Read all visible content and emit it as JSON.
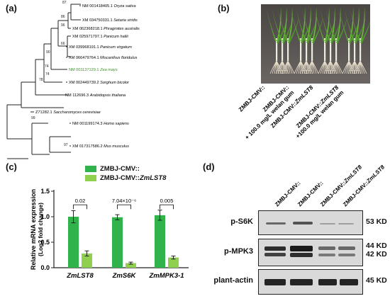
{
  "panels": {
    "a": "(a)",
    "b": "(b)",
    "c": "(c)",
    "d": "(d)"
  },
  "tree": {
    "taxa": [
      {
        "acc": "NM 001418405.1",
        "species": "Oryza sativa",
        "highlight": false
      },
      {
        "acc": "XM 034750331.1",
        "species": "Setaria viridis",
        "highlight": false
      },
      {
        "acc": "XM 062368218.1",
        "species": "Phragmites australis",
        "highlight": false
      },
      {
        "acc": "XM 025971797.1",
        "species": "Panicum hallii",
        "highlight": false
      },
      {
        "acc": "XM 039968191.1",
        "species": "Panicum virgatum",
        "highlight": false
      },
      {
        "acc": "XM 066479764.1",
        "species": "Miscanthus floridulus",
        "highlight": false
      },
      {
        "acc": "NM 001137129.1",
        "species": "Zea mays",
        "highlight": true
      },
      {
        "acc": "XM 002449739.2",
        "species": "Sorghum bicolor",
        "highlight": false
      },
      {
        "acc": "NM 112696.3",
        "species": "Arabidopsis thaliana",
        "highlight": false
      },
      {
        "acc": "Z71282.1",
        "species": "Saccharomyces cerevisiae",
        "highlight": false
      },
      {
        "acc": "NM 001199174.3",
        "species": "Homo sapiens",
        "highlight": false
      },
      {
        "acc": "XM 017317586.2",
        "species": "Mus musculus",
        "highlight": false
      }
    ],
    "bootstrap": [
      "87",
      "86",
      "96",
      "90",
      "66",
      "74",
      "74",
      "78",
      "99",
      "97"
    ],
    "highlight_color": "#3f8f2a"
  },
  "photo": {
    "labels": [
      "ZMBJ-CMV::",
      "ZMBJ-CMV::\n+ 100.0 mg/L welan gum",
      "ZMBJ-CMV::ZmLST8",
      "ZMBJ-CMV::ZmLST8\n+100.0 mg/L welan gum"
    ]
  },
  "chart_data": {
    "type": "bar",
    "ylabel": "Relative mRNA expression",
    "ylabel2": "(Log2 fold change)",
    "ylim": [
      0,
      1.5
    ],
    "yticks": [
      "0.0",
      "0.5",
      "1.0",
      "1.5"
    ],
    "categories": [
      "ZmLST8",
      "ZmS6K",
      "ZmMPK3-1"
    ],
    "series": [
      {
        "name": "ZMBJ-CMV::",
        "color": "#2fb34a",
        "values": [
          1.0,
          0.99,
          1.03
        ],
        "errors": [
          0.12,
          0.05,
          0.1
        ]
      },
      {
        "name": "ZMBJ-CMV::ZmLST8",
        "color": "#8fd14f",
        "values": [
          0.28,
          0.09,
          0.2
        ],
        "errors": [
          0.05,
          0.02,
          0.03
        ]
      }
    ],
    "pvalues": [
      "0.02",
      "7.04×10⁻⁶",
      "0.005"
    ],
    "legend_position": "top"
  },
  "blot": {
    "lanes": [
      "ZMBJ-CMV::",
      "ZMBJ-CMV::",
      "ZMBJ-CMV::ZmLST8",
      "ZMBJ-CMV::ZmLST8"
    ],
    "rows": [
      {
        "label": "p-S6K",
        "kd": [
          "53 KD"
        ]
      },
      {
        "label": "p-MPK3",
        "kd": [
          "44 KD",
          "42 KD"
        ]
      },
      {
        "label": "plant-actin",
        "kd": [
          "45 KD"
        ]
      }
    ]
  }
}
